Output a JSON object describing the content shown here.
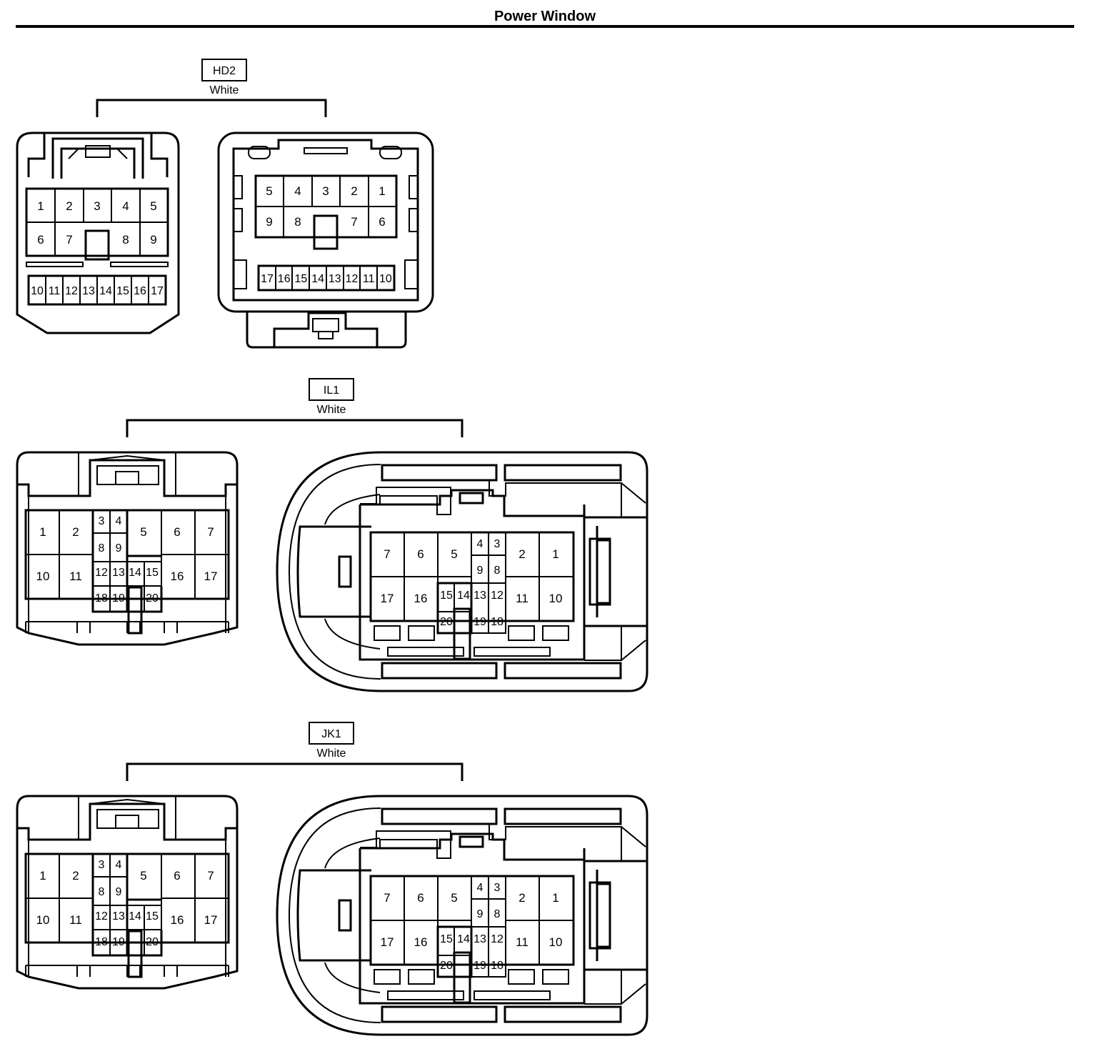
{
  "title": "Power Window",
  "connectors": [
    {
      "id": "HD2",
      "color": "White"
    },
    {
      "id": "IL1",
      "color": "White"
    },
    {
      "id": "JK1",
      "color": "White"
    }
  ],
  "hd2_male_pins": [
    "1",
    "2",
    "3",
    "4",
    "5",
    "6",
    "7",
    "8",
    "9",
    "10",
    "11",
    "12",
    "13",
    "14",
    "15",
    "16",
    "17"
  ],
  "hd2_female_pins": [
    "5",
    "4",
    "3",
    "2",
    "1",
    "9",
    "8",
    "7",
    "6",
    "17",
    "16",
    "15",
    "14",
    "13",
    "12",
    "11",
    "10"
  ],
  "il_male_pins": [
    "1",
    "2",
    "3",
    "4",
    "5",
    "6",
    "7",
    "8",
    "9",
    "10",
    "11",
    "12",
    "13",
    "14",
    "15",
    "16",
    "17",
    "18",
    "19",
    "20"
  ],
  "il_female_pins": [
    "7",
    "6",
    "5",
    "4",
    "3",
    "2",
    "1",
    "9",
    "8",
    "17",
    "16",
    "15",
    "14",
    "13",
    "12",
    "11",
    "10",
    "20",
    "19",
    "18"
  ]
}
